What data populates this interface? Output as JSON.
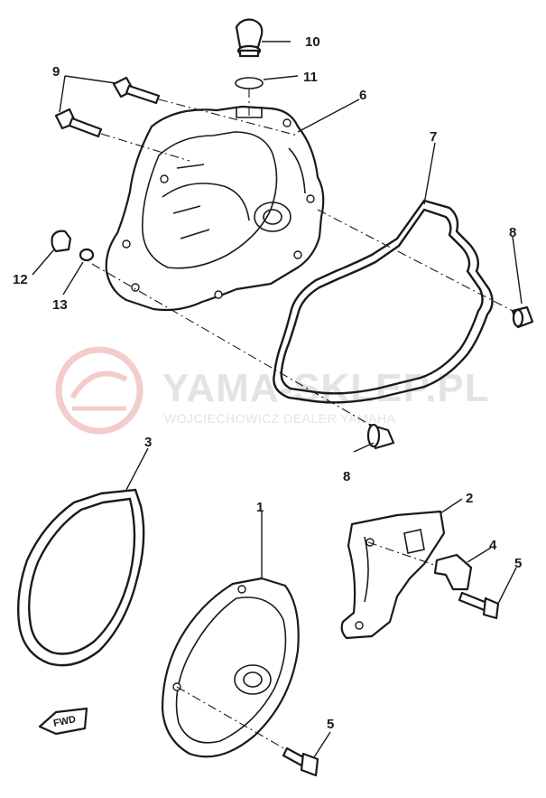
{
  "diagram": {
    "callouts": [
      "1",
      "2",
      "3",
      "4",
      "5",
      "5",
      "6",
      "7",
      "8",
      "8",
      "9",
      "10",
      "11",
      "12",
      "13"
    ],
    "direction_marker": "FWD"
  },
  "watermark": {
    "title": "YAMA-SKLEP.PL",
    "subtitle": "WOJCIECHOWICZ DEALER YAMAHA"
  }
}
